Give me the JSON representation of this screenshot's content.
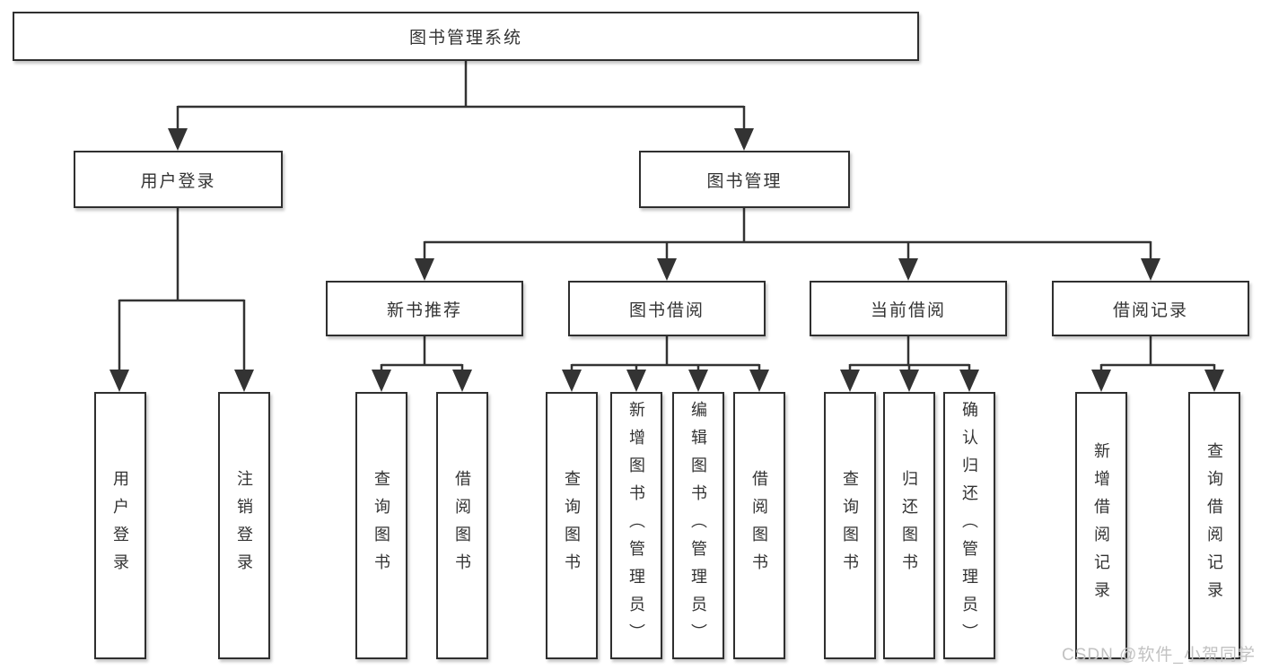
{
  "diagram": {
    "type": "tree",
    "root": {
      "label": "图书管理系统"
    },
    "level2": [
      {
        "label": "用户登录"
      },
      {
        "label": "图书管理"
      }
    ],
    "level3": [
      {
        "label": "新书推荐",
        "parent": "图书管理"
      },
      {
        "label": "图书借阅",
        "parent": "图书管理"
      },
      {
        "label": "当前借阅",
        "parent": "图书管理"
      },
      {
        "label": "借阅记录",
        "parent": "图书管理"
      }
    ],
    "leaves": [
      {
        "label": "用户登录",
        "parent": "用户登录"
      },
      {
        "label": "注销登录",
        "parent": "用户登录"
      },
      {
        "label": "查询图书",
        "parent": "新书推荐"
      },
      {
        "label": "借阅图书",
        "parent": "新书推荐"
      },
      {
        "label": "查询图书",
        "parent": "图书借阅"
      },
      {
        "label": "新增图书（管理员）",
        "parent": "图书借阅"
      },
      {
        "label": "编辑图书（管理员）",
        "parent": "图书借阅"
      },
      {
        "label": "借阅图书",
        "parent": "图书借阅"
      },
      {
        "label": "查询图书",
        "parent": "当前借阅"
      },
      {
        "label": "归还图书",
        "parent": "当前借阅"
      },
      {
        "label": "确认归还（管理员）",
        "parent": "当前借阅"
      },
      {
        "label": "新增借阅记录",
        "parent": "借阅记录"
      },
      {
        "label": "查询借阅记录",
        "parent": "借阅记录"
      }
    ],
    "watermark": "CSDN @软件_小贺同学",
    "colors": {
      "line": "#333333",
      "box_border": "#2f2f2f",
      "text": "#333333",
      "watermark": "#c2c2c2",
      "background": "#ffffff"
    }
  }
}
